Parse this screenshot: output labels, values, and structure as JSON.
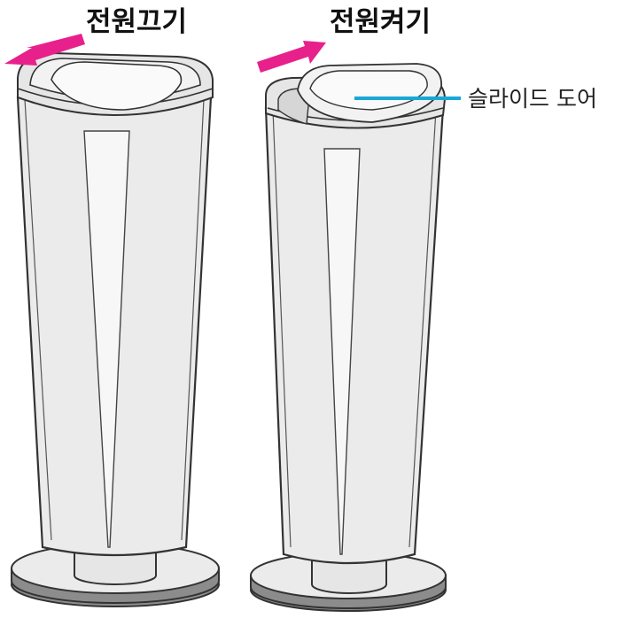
{
  "labels": {
    "power_off": "전원끄기",
    "power_on": "전원켜기",
    "slide_door": "슬라이드 도어"
  },
  "colors": {
    "arrow": "#e8208c",
    "leader_line": "#19a7d8",
    "body_fill": "#ebebeb",
    "outline": "#333333",
    "base_dark": "#8c8c8c"
  }
}
